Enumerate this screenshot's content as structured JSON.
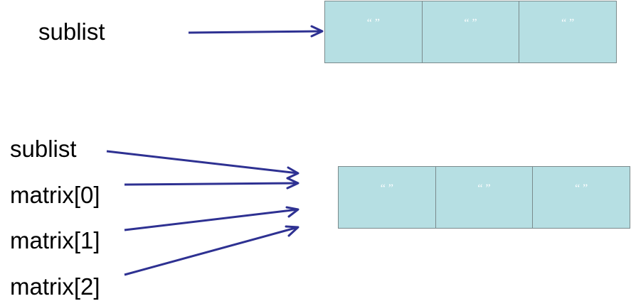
{
  "top": {
    "label": "sublist",
    "cells": [
      "“ ”",
      "“ ”",
      "“ ”"
    ]
  },
  "bottom": {
    "labels": [
      "sublist",
      "matrix[0]",
      "matrix[1]",
      "matrix[2]"
    ],
    "cells": [
      "“ ”",
      "“ ”",
      "“ ”"
    ]
  },
  "colors": {
    "arrow": "#2e3192",
    "cell_fill": "#b6dfe3",
    "cell_border": "#7a8a8c"
  }
}
